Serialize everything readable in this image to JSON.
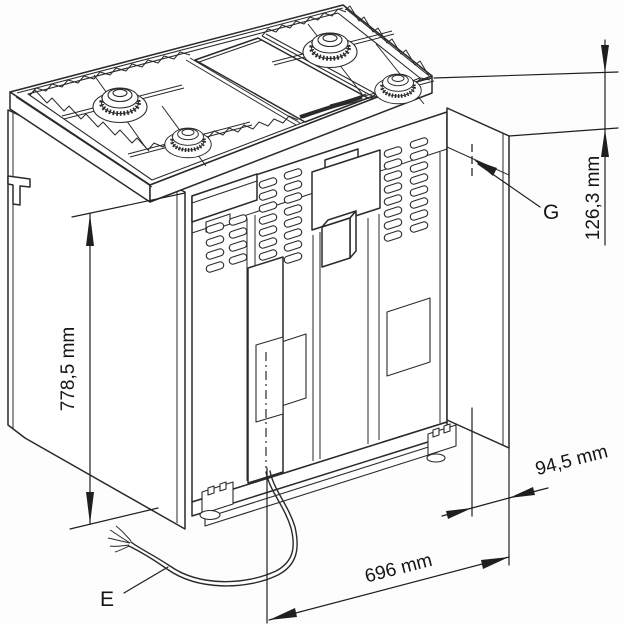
{
  "diagram": {
    "type": "technical-line-drawing",
    "subject": "Freestanding gas range cooker — rear isometric view with installation connection dimensions",
    "colors": {
      "background": "#fdfdfd",
      "line": "#2a2a2a",
      "text": "#151515"
    },
    "labels": {
      "gas": "G",
      "electric": "E"
    },
    "dimensions": {
      "height": {
        "value": "778,5 mm",
        "orientation": "vertical-left"
      },
      "top_offset": {
        "value": "126,3 mm",
        "orientation": "vertical-right"
      },
      "side_offset": {
        "value": "94,5 mm",
        "orientation": "slanted-bottom-right"
      },
      "width": {
        "value": "696 mm",
        "orientation": "slanted-bottom"
      }
    }
  }
}
